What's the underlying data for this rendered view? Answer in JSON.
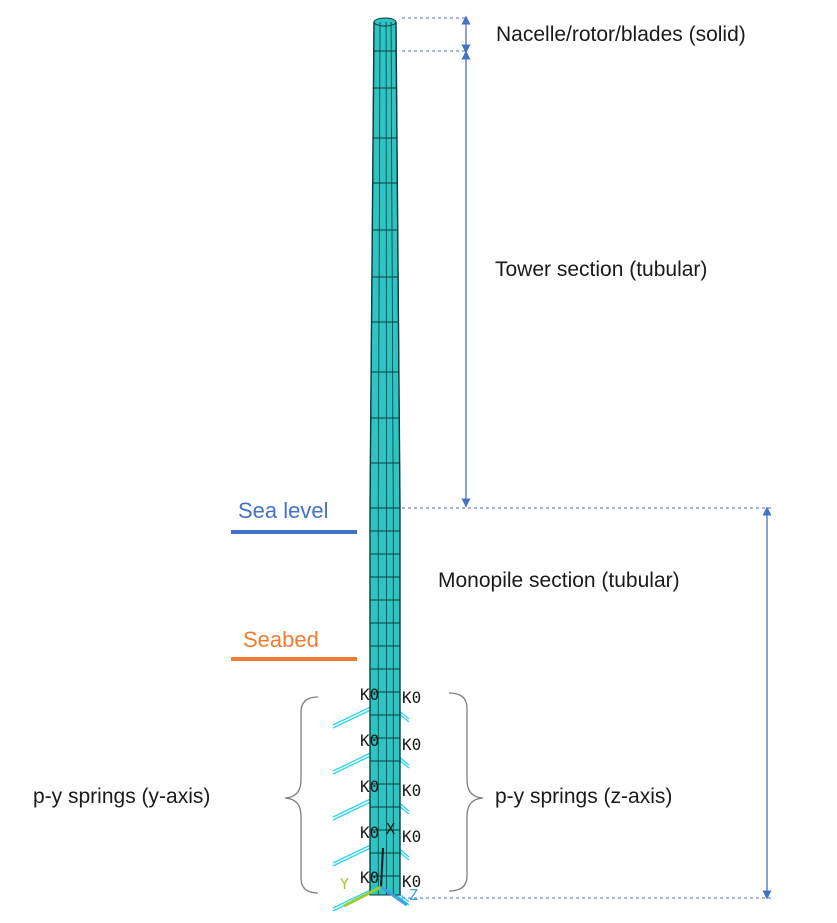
{
  "labels": {
    "nacelle": "Nacelle/rotor/blades (solid)",
    "tower": "Tower section (tubular)",
    "sea_level": "Sea level",
    "monopile": "Monopile section (tubular)",
    "seabed": "Seabed",
    "springs_y": "p-y springs (y-axis)",
    "springs_z": "p-y springs (z-axis)"
  },
  "spring_tag": "K0",
  "axes": {
    "x": "X",
    "y": "Y",
    "z": "Z"
  },
  "colors": {
    "structure": "#2ec4c4",
    "mesh_lines": "#0d3b3b",
    "dimension_lines": "#4472c4",
    "sea_level": "#4472c4",
    "seabed": "#ed7d31",
    "springs": "#2ad4f0",
    "axis_y": "#9acd32",
    "axis_z": "#3aa0e0"
  }
}
